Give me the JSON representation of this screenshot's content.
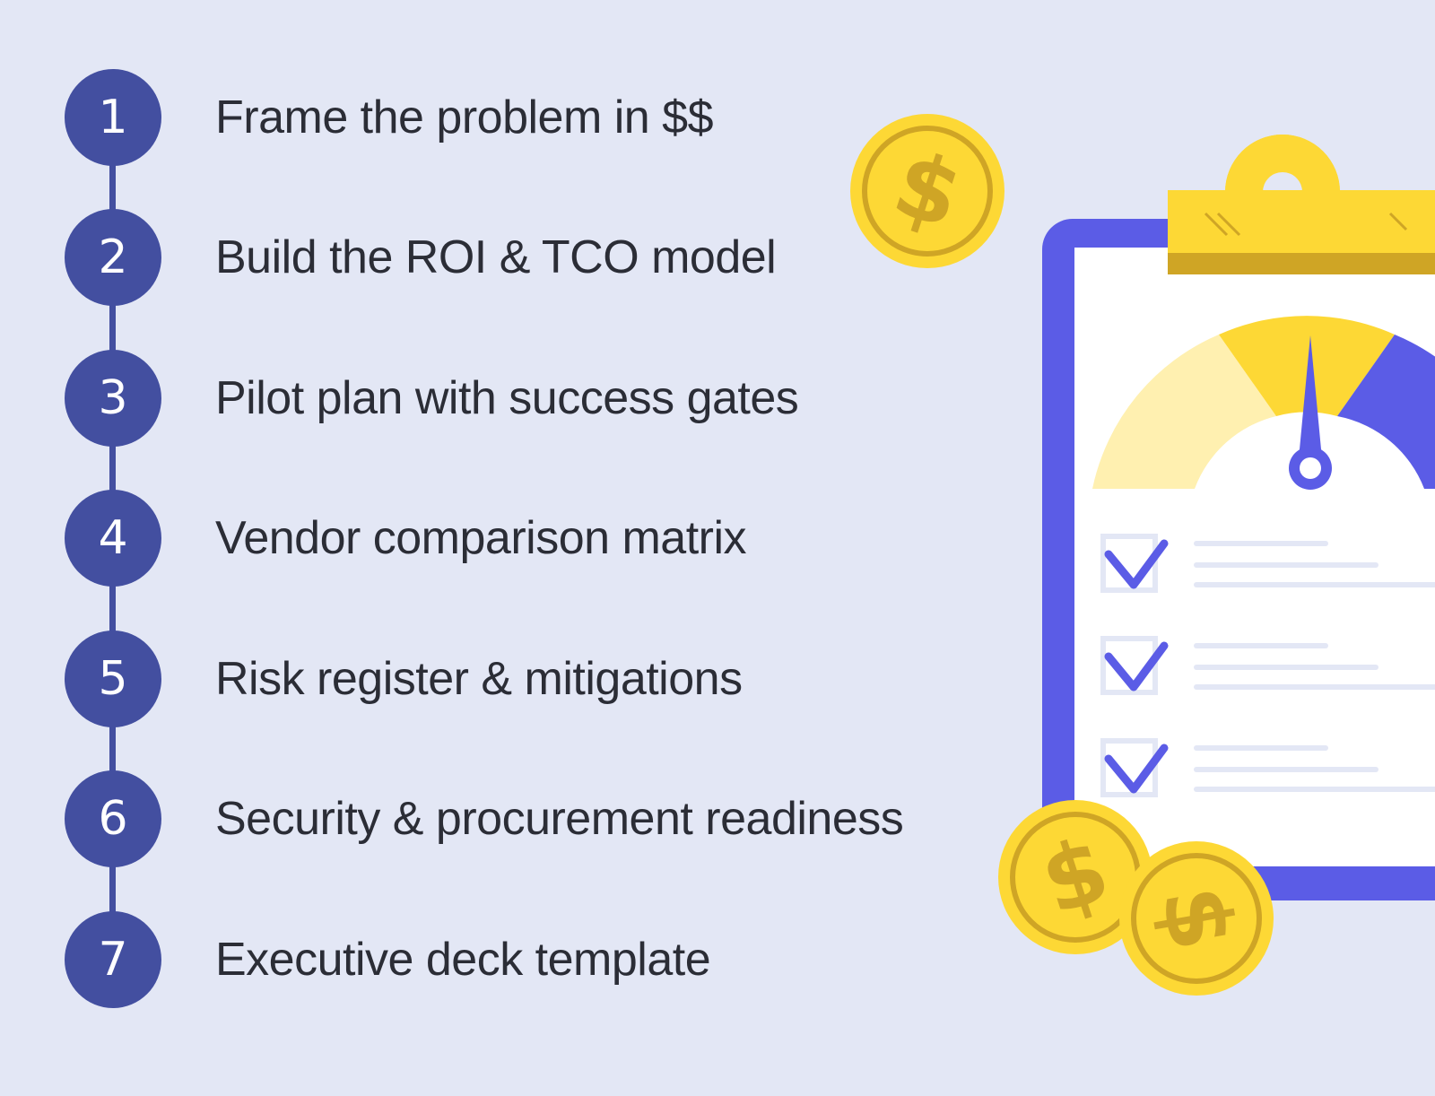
{
  "steps": [
    {
      "number": "1",
      "label": "Frame the problem in $$"
    },
    {
      "number": "2",
      "label": "Build the ROI & TCO model"
    },
    {
      "number": "3",
      "label": "Pilot plan with success gates"
    },
    {
      "number": "4",
      "label": "Vendor comparison matrix"
    },
    {
      "number": "5",
      "label": "Risk register & mitigations"
    },
    {
      "number": "6",
      "label": "Security & procurement readiness"
    },
    {
      "number": "7",
      "label": "Executive deck template"
    }
  ],
  "colors": {
    "background": "#e3e7f5",
    "step_circle": "#434fa0",
    "text": "#2b2d36",
    "clipboard_frame": "#5b5ce6",
    "gold": "#fdd835",
    "gold_dark": "#cfa525",
    "gauge_light": "#fff0b0"
  },
  "illustration": {
    "icons": [
      "dollar-coin-icon",
      "clipboard-icon",
      "gauge-icon",
      "checkbox-checked-icon"
    ]
  }
}
